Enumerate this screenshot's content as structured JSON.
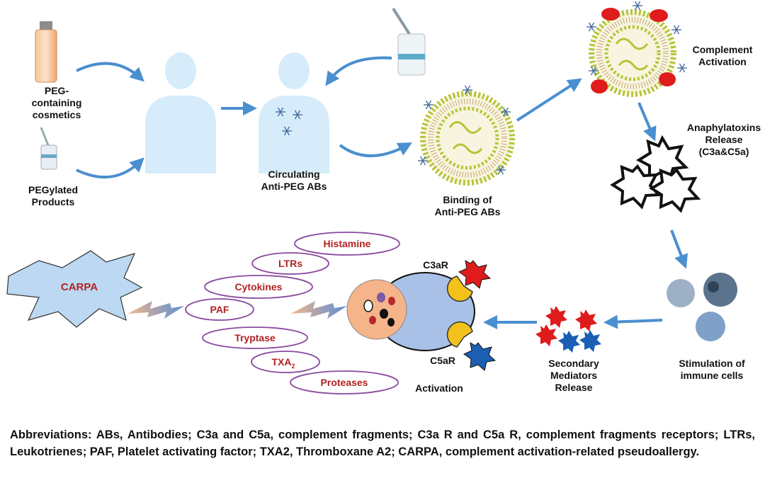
{
  "labels": {
    "cosmetics": "PEG-\ncontaining\ncosmetics",
    "pegylated": "PEGylated\nProducts",
    "circulating": "Circulating\nAnti-PEG ABs",
    "binding": "Binding of\nAnti-PEG ABs",
    "complement": "Complement\nActivation",
    "anaphylatoxins": "Anaphylatoxins\nRelease\n(C3a&C5a)",
    "stimulation": "Stimulation of\nimmune cells",
    "secondary": "Secondary\nMediators\nRelease",
    "activation": "Activation",
    "c3ar": "C3aR",
    "c5ar": "C5aR",
    "carpa": "CARPA"
  },
  "mediators": [
    "Histamine",
    "LTRs",
    "Cytokines",
    "PAF",
    "Tryptase",
    "TXA",
    "Proteases"
  ],
  "txa_subscript": "2",
  "abbreviations": "Abbreviations: ABs, Antibodies; C3a and C5a, complement fragments; C3a R and C5a R, complement fragments receptors; LTRs, Leukotrienes; PAF, Platelet activating factor; TXA2, Thromboxane A2; CARPA, complement activation-related pseudoallergy.",
  "colors": {
    "arrow": "#4a8fd0",
    "body": "#d6ecfa",
    "lipid": "#b7c43a",
    "complement": "#e01b1b",
    "c5a": "#1a5fb4",
    "mediator_text": "#b22222",
    "mediator_border": "#8a4aa0",
    "mast_cell": "#f5b48a",
    "receptor_cell": "#a9c1e6",
    "receptor": "#f2c21b",
    "carpa": "#bcd8f2"
  }
}
